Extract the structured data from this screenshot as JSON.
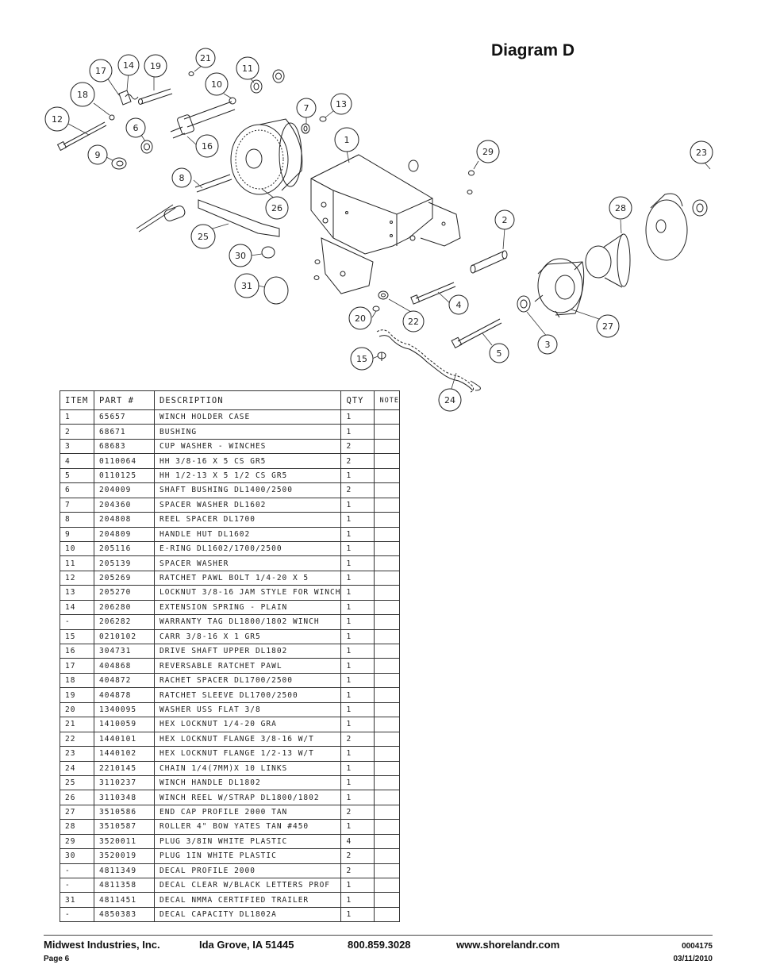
{
  "title": "Diagram D",
  "callouts": [
    "1",
    "2",
    "3",
    "4",
    "5",
    "6",
    "7",
    "8",
    "9",
    "10",
    "11",
    "12",
    "13",
    "14",
    "15",
    "16",
    "17",
    "18",
    "19",
    "20",
    "21",
    "22",
    "23",
    "24",
    "25",
    "26",
    "27",
    "28",
    "29",
    "30",
    "31"
  ],
  "table": {
    "headers": {
      "item": "ITEM",
      "part": "PART #",
      "description": "DESCRIPTION",
      "qty": "QTY",
      "note": "NOTE"
    },
    "rows": [
      {
        "item": "1",
        "part": "65657",
        "description": "WINCH HOLDER CASE",
        "qty": "1"
      },
      {
        "item": "2",
        "part": "68671",
        "description": "BUSHING",
        "qty": "1"
      },
      {
        "item": "3",
        "part": "68683",
        "description": "CUP WASHER - WINCHES",
        "qty": "2"
      },
      {
        "item": "4",
        "part": "0110064",
        "description": "HH 3/8-16 X 5 CS GR5",
        "qty": "2"
      },
      {
        "item": "5",
        "part": "0110125",
        "description": "HH 1/2-13 X 5 1/2 CS GR5",
        "qty": "1"
      },
      {
        "item": "6",
        "part": "204009",
        "description": "SHAFT BUSHING  DL1400/2500",
        "qty": "2"
      },
      {
        "item": "7",
        "part": "204360",
        "description": "SPACER WASHER  DL1602",
        "qty": "1"
      },
      {
        "item": "8",
        "part": "204808",
        "description": "REEL SPACER  DL1700",
        "qty": "1"
      },
      {
        "item": "9",
        "part": "204809",
        "description": "HANDLE HUT  DL1602",
        "qty": "1"
      },
      {
        "item": "10",
        "part": "205116",
        "description": "E-RING DL1602/1700/2500",
        "qty": "1"
      },
      {
        "item": "11",
        "part": "205139",
        "description": "SPACER WASHER",
        "qty": "1"
      },
      {
        "item": "12",
        "part": "205269",
        "description": "RATCHET PAWL BOLT 1/4-20 X 5",
        "qty": "1"
      },
      {
        "item": "13",
        "part": "205270",
        "description": "LOCKNUT 3/8-16 JAM STYLE FOR WINCH",
        "qty": "1"
      },
      {
        "item": "14",
        "part": "206280",
        "description": "EXTENSION SPRING - PLAIN",
        "qty": "1"
      },
      {
        "item": "-",
        "part": "206282",
        "description": "WARRANTY TAG DL1800/1802 WINCH",
        "qty": "1"
      },
      {
        "item": "15",
        "part": "0210102",
        "description": "CARR 3/8-16 X 1 GR5",
        "qty": "1"
      },
      {
        "item": "16",
        "part": "304731",
        "description": "DRIVE SHAFT UPPER  DL1802",
        "qty": "1"
      },
      {
        "item": "17",
        "part": "404868",
        "description": "REVERSABLE RATCHET PAWL",
        "qty": "1"
      },
      {
        "item": "18",
        "part": "404872",
        "description": "RACHET SPACER  DL1700/2500",
        "qty": "1"
      },
      {
        "item": "19",
        "part": "404878",
        "description": "RATCHET SLEEVE  DL1700/2500",
        "qty": "1"
      },
      {
        "item": "20",
        "part": "1340095",
        "description": "WASHER USS FLAT 3/8",
        "qty": "1"
      },
      {
        "item": "21",
        "part": "1410059",
        "description": "HEX LOCKNUT 1/4-20 GRA",
        "qty": "1"
      },
      {
        "item": "22",
        "part": "1440101",
        "description": "HEX LOCKNUT FLANGE 3/8-16 W/T",
        "qty": "2"
      },
      {
        "item": "23",
        "part": "1440102",
        "description": "HEX LOCKNUT FLANGE 1/2-13 W/T",
        "qty": "1"
      },
      {
        "item": "24",
        "part": "2210145",
        "description": "CHAIN 1/4(7MM)X 10 LINKS",
        "qty": "1"
      },
      {
        "item": "25",
        "part": "3110237",
        "description": "WINCH HANDLE  DL1802",
        "qty": "1"
      },
      {
        "item": "26",
        "part": "3110348",
        "description": "WINCH REEL W/STRAP  DL1800/1802",
        "qty": "1"
      },
      {
        "item": "27",
        "part": "3510586",
        "description": "END CAP PROFILE 2000 TAN",
        "qty": "2"
      },
      {
        "item": "28",
        "part": "3510587",
        "description": "ROLLER 4\" BOW YATES TAN #450",
        "qty": "1"
      },
      {
        "item": "29",
        "part": "3520011",
        "description": "PLUG  3/8IN WHITE PLASTIC",
        "qty": "4"
      },
      {
        "item": "30",
        "part": "3520019",
        "description": "PLUG  1IN WHITE PLASTIC",
        "qty": "2"
      },
      {
        "item": "-",
        "part": "4811349",
        "description": "DECAL PROFILE 2000",
        "qty": "2"
      },
      {
        "item": "-",
        "part": "4811358",
        "description": "DECAL CLEAR W/BLACK LETTERS PROF",
        "qty": "1"
      },
      {
        "item": "31",
        "part": "4811451",
        "description": " DECAL NMMA CERTIFIED TRAILER",
        "qty": "1"
      },
      {
        "item": "-",
        "part": "4850383",
        "description": "DECAL CAPACITY DL1802A",
        "qty": "1"
      }
    ]
  },
  "footer": {
    "company": "Midwest Industries, Inc.",
    "city": "Ida Grove, IA  51445",
    "phone": "800.859.3028",
    "website": "www.shorelandr.com",
    "doc_number": "0004175",
    "page": "Page 6",
    "date": "03/11/2010"
  }
}
